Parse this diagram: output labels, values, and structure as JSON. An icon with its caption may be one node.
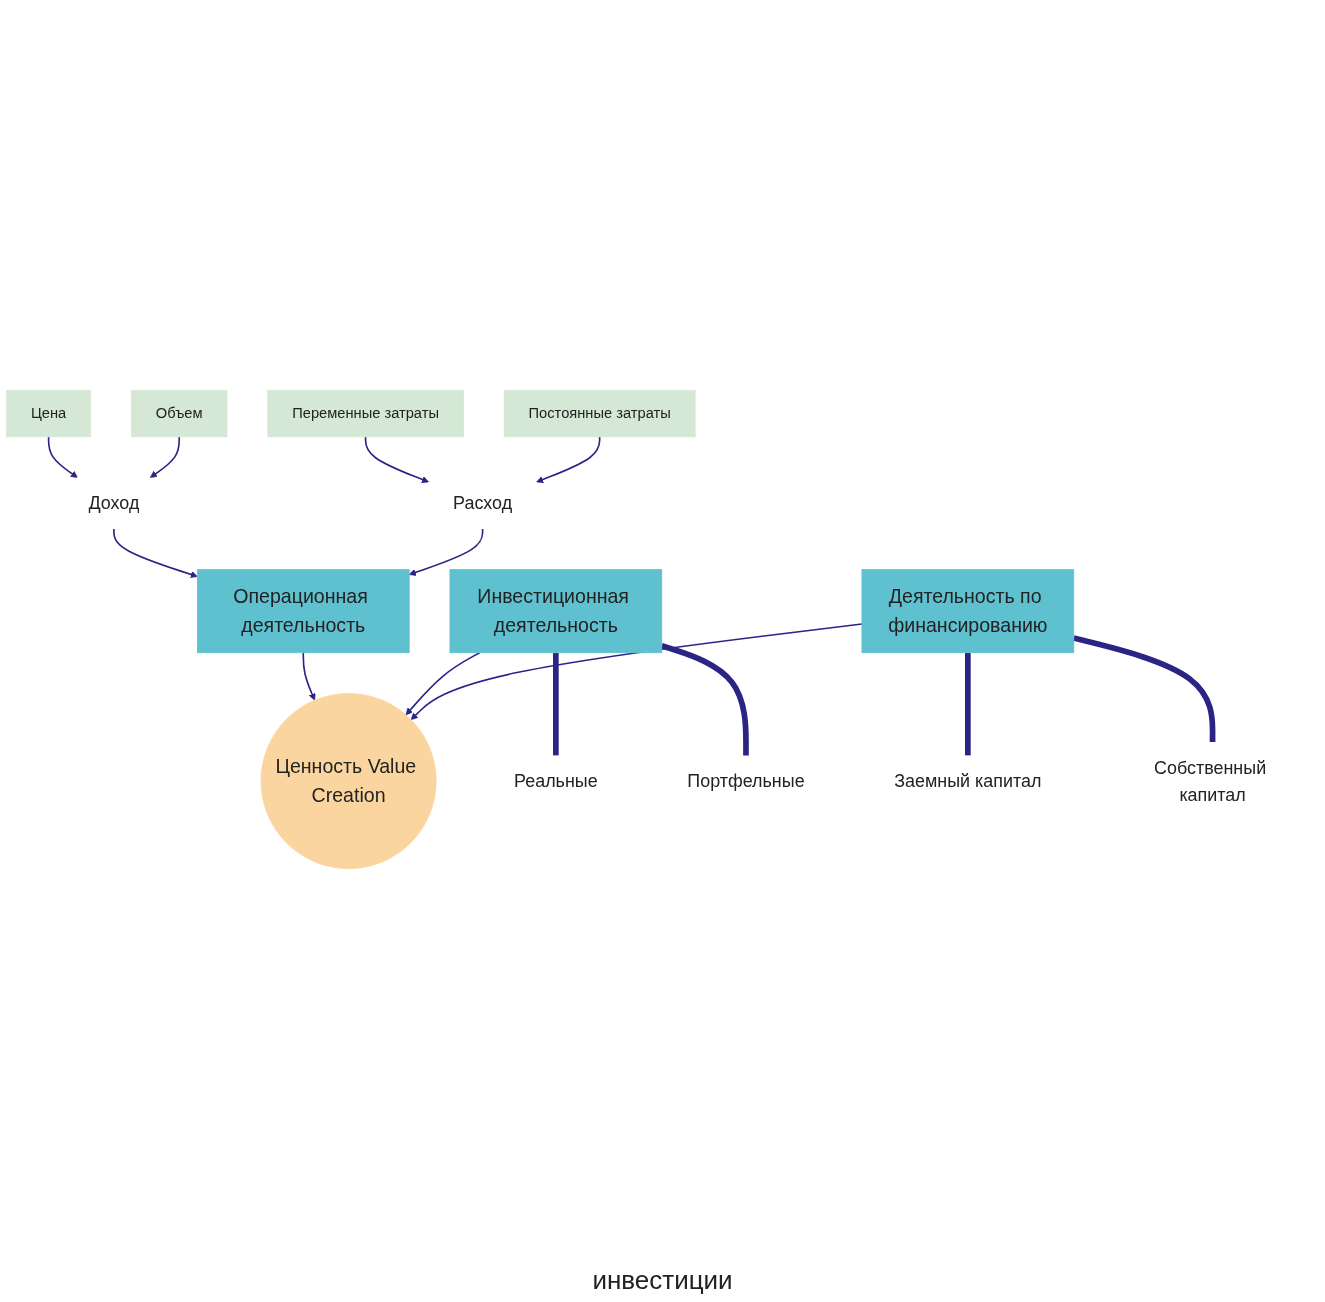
{
  "diagram": {
    "nodes": [
      {
        "text": [
          "Цена"
        ]
      },
      {
        "text": [
          "Доход"
        ]
      },
      {
        "text": [
          "Объем"
        ]
      },
      {
        "text": [
          "Операционная деятельность"
        ]
      },
      {
        "text": [
          "Переменные затраты"
        ]
      },
      {
        "text": [
          "Расход"
        ]
      },
      {
        "text": [
          "Постоянные затраты"
        ]
      },
      {
        "text": [
          "Ценность Value Creation"
        ]
      },
      {
        "text": [
          "Инвестиционная деятельность"
        ]
      },
      {
        "text": [
          "Деятельность по финансированию"
        ]
      },
      {
        "text": [
          "Реальные"
        ]
      },
      {
        "text": [
          "Портфельные"
        ]
      },
      {
        "text": [
          "Заемный капитал"
        ]
      },
      {
        "text": [
          "Собственный капитал"
        ]
      }
    ],
    "edges": [
      {
        "from": 0,
        "to": 1,
        "arrow": "to"
      },
      {
        "from": 2,
        "to": 1,
        "arrow": "to"
      },
      {
        "from": 1,
        "to": 3,
        "arrow": "to"
      },
      {
        "from": 4,
        "to": 5,
        "arrow": "to"
      },
      {
        "from": 6,
        "to": 5,
        "arrow": "to"
      },
      {
        "from": 5,
        "to": 3,
        "arrow": "to"
      },
      {
        "from": 3,
        "to": 7,
        "arrow": "to"
      },
      {
        "from": 8,
        "to": 7,
        "arrow": "to"
      },
      {
        "from": 9,
        "to": 7,
        "arrow": "to"
      },
      {
        "from": 8,
        "to": 10,
        "arrow": "none",
        "style": "thick"
      },
      {
        "from": 8,
        "to": 11,
        "arrow": "none",
        "style": "thick"
      },
      {
        "from": 9,
        "to": 12,
        "arrow": "none",
        "style": "thick"
      },
      {
        "from": 9,
        "to": 13,
        "arrow": "none",
        "style": "thick"
      }
    ],
    "labels": [
      "инвестиции"
    ]
  }
}
